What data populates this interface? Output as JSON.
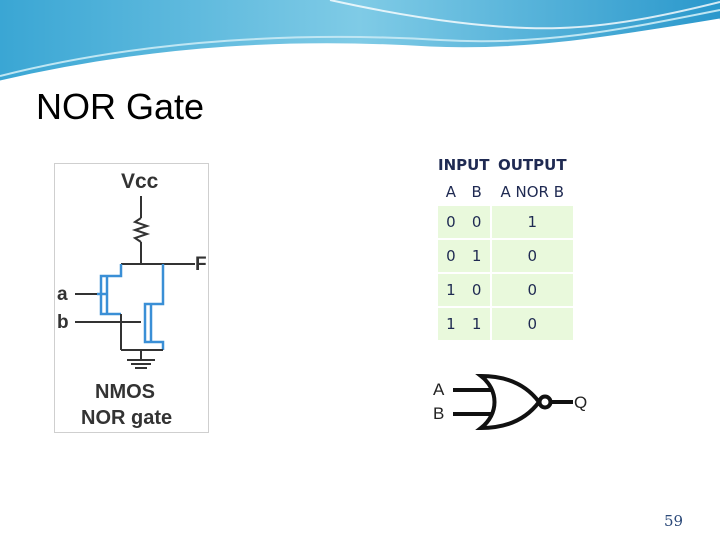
{
  "slide": {
    "title": "NOR Gate",
    "page_number": "59"
  },
  "circuit": {
    "supply_label": "Vcc",
    "output_label": "F",
    "input_a_label": "a",
    "input_b_label": "b",
    "caption_line1": "NMOS",
    "caption_line2": "NOR gate",
    "colors": {
      "transistor": "#3a8fd6",
      "wire": "#333333"
    }
  },
  "truth_table": {
    "input_header": "INPUT",
    "output_header": "OUTPUT",
    "col_a": "A",
    "col_b": "B",
    "col_out": "A NOR B",
    "rows": [
      {
        "a": "0",
        "b": "0",
        "out": "1"
      },
      {
        "a": "0",
        "b": "1",
        "out": "0"
      },
      {
        "a": "1",
        "b": "0",
        "out": "0"
      },
      {
        "a": "1",
        "b": "1",
        "out": "0"
      }
    ],
    "colors": {
      "cell_bg": "#e9f9dc",
      "text": "#1f2a52"
    }
  },
  "gate_symbol": {
    "input_a": "A",
    "input_b": "B",
    "output": "Q"
  },
  "theme": {
    "banner_colors": [
      "#2f9fd0",
      "#8fd3ea",
      "#d6f0f8"
    ]
  }
}
